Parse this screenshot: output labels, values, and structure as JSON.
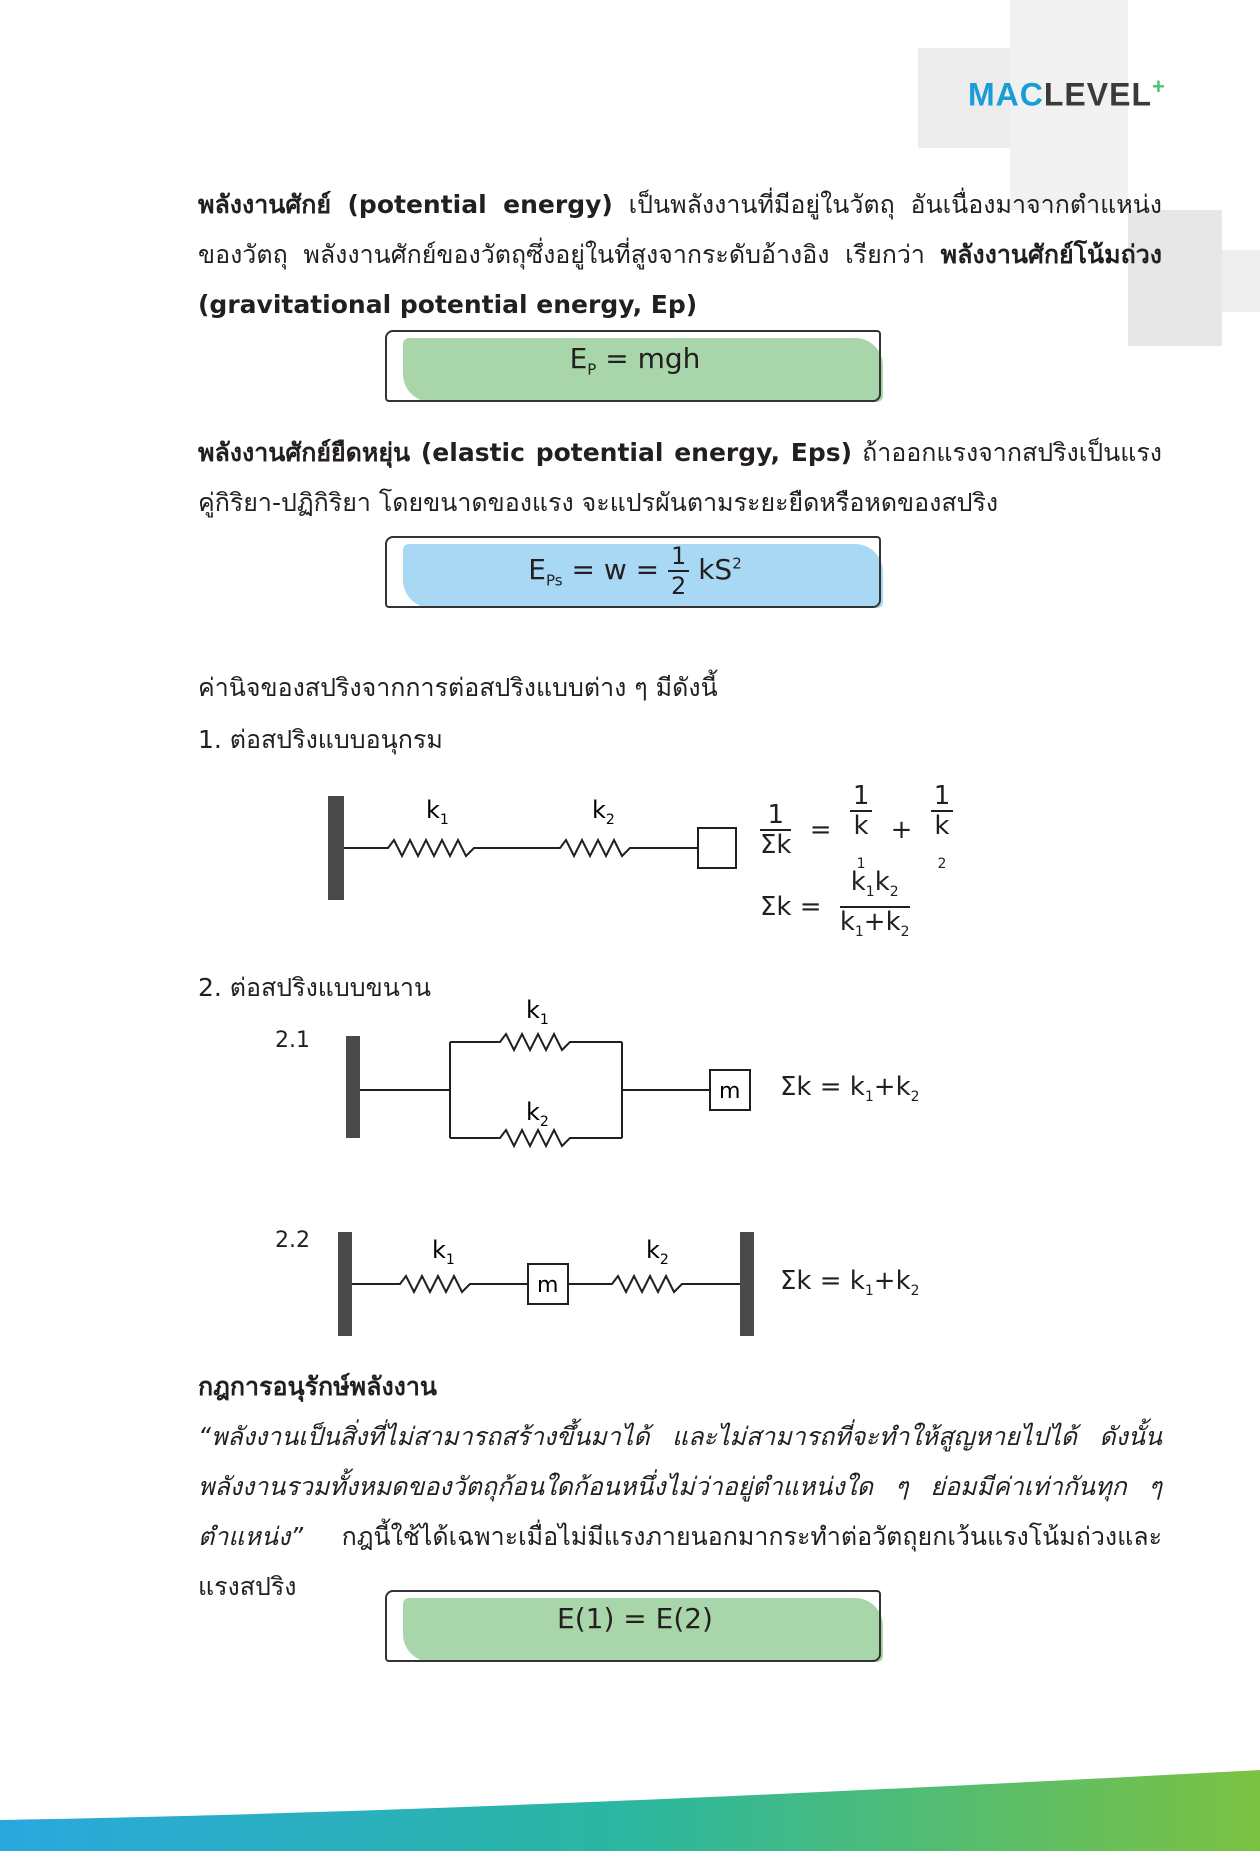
{
  "logo": {
    "part1": "MAC",
    "part2": "LEVEL",
    "plus": "+"
  },
  "p1": {
    "bold1": "พลังงานศักย์ (potential energy)",
    "t1": " เป็นพลังงานที่มีอยู่ในวัตถุ อันเนื่องมาจากตำแหน่งของวัตถุ พลังงานศักย์ของวัตถุซึ่งอยู่ในที่สูงจากระดับอ้างอิง เรียกว่า ",
    "bold2": "พลังงานศักย์โน้มถ่วง (gravitational potential energy, Ep)"
  },
  "f1": {
    "lhs": "E",
    "sub": "P",
    "rhs": " = mgh",
    "color": "#a8d5a9"
  },
  "p2": {
    "bold1": "พลังงานศักย์ยืดหยุ่น (elastic potential energy, Eps)",
    "t1": " ถ้าออกแรงจากสปริงเป็นแรงคู่กิริยา-ปฏิกิริยา โดยขนาดของแรง จะแปรผันตามระยะยืดหรือหดของสปริง"
  },
  "f2": {
    "lhs": "E",
    "sub": "Ps",
    "mid": " = w = ",
    "num": "1",
    "den": "2",
    "rhs": "kS",
    "sup": "2",
    "color": "#a9d8f5"
  },
  "p3": "ค่านิจของสปริงจากการต่อสปริงแบบต่าง ๆ มีดังนี้",
  "item1": "1.  ต่อสปริงแบบอนุกรม",
  "item2": "2.  ต่อสปริงแบบขนาน",
  "sub21": "2.1",
  "sub22": "2.2",
  "springs": {
    "k1": "k",
    "k2": "k",
    "i1": "1",
    "i2": "2",
    "m": "m"
  },
  "series_eq": {
    "one": "1",
    "sigk": "Σk",
    "eq": "=",
    "plus": "+",
    "k": "k",
    "i1": "1",
    "i2": "2",
    "sigk_eq": "Σk  ="
  },
  "parallel_eq": "Σk  =  k",
  "p4": {
    "heading": "กฎการอนุรักษ์พลังงาน",
    "quote": "“พลังงานเป็นสิ่งที่ไม่สามารถสร้างขึ้นมาได้ และไม่สามารถที่จะทำให้สูญหายไปได้ ดังนั้นพลังงานรวมทั้งหมดของวัตถุก้อนใดก้อนหนึ่งไม่ว่าอยู่ตำแหน่งใด ๆ ย่อมมีค่าเท่ากันทุก ๆ ตำแหน่ง”",
    "t1": " กฎนี้ใช้ได้เฉพาะเมื่อไม่มีแรงภายนอกมากระทำต่อวัตถุยกเว้นแรงโน้มถ่วงและแรงสปริง"
  },
  "f3": {
    "text": "E(1) = E(2)",
    "color": "#a8d5a9"
  }
}
